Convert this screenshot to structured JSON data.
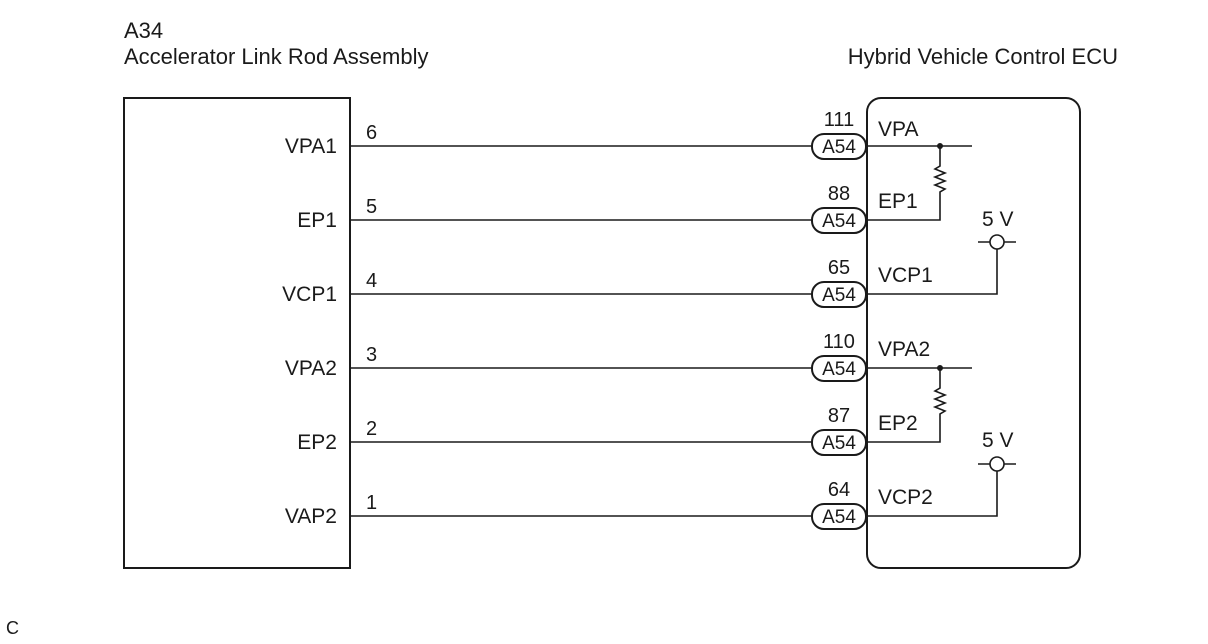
{
  "sensor": {
    "code": "A34",
    "name": "Accelerator Link Rod Assembly",
    "terminals": [
      {
        "label": "VPA1",
        "pin": "6"
      },
      {
        "label": "EP1",
        "pin": "5"
      },
      {
        "label": "VCP1",
        "pin": "4"
      },
      {
        "label": "VPA2",
        "pin": "3"
      },
      {
        "label": "EP2",
        "pin": "2"
      },
      {
        "label": "VAP2",
        "pin": "1"
      }
    ]
  },
  "ecu": {
    "name": "Hybrid Vehicle Control ECU",
    "connector": "A54",
    "terminals": [
      {
        "label": "VPA",
        "pin": "111"
      },
      {
        "label": "EP1",
        "pin": "88"
      },
      {
        "label": "VCP1",
        "pin": "65"
      },
      {
        "label": "VPA2",
        "pin": "110"
      },
      {
        "label": "EP2",
        "pin": "87"
      },
      {
        "label": "VCP2",
        "pin": "64"
      }
    ],
    "supply_labels": [
      "5 V",
      "5 V"
    ]
  },
  "footer_code": "C"
}
